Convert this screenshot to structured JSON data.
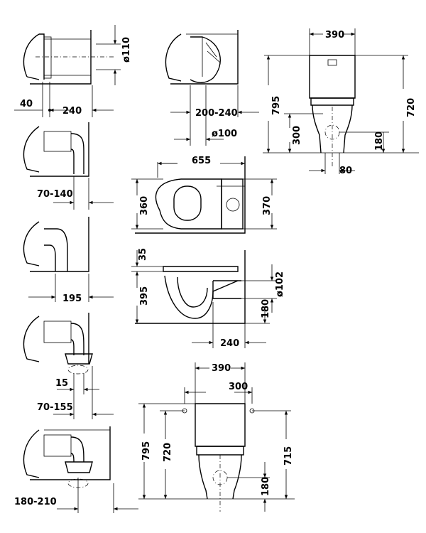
{
  "dimensions": {
    "pipe_diameter_110": "ø110",
    "offset_40": "40",
    "depth_240_a": "240",
    "range_200_240": "200-240",
    "pipe_diameter_100": "ø100",
    "range_70_140": "70-140",
    "depth_195": "195",
    "offset_15": "15",
    "range_70_155": "70-155",
    "range_180_210": "180-210",
    "length_655": "655",
    "width_360": "360",
    "width_370": "370",
    "offset_35": "35",
    "height_395": "395",
    "pipe_diameter_102": "ø102",
    "height_180_a": "180",
    "depth_240_b": "240",
    "tank_width_390_a": "390",
    "height_795_a": "795",
    "height_720_a": "720",
    "height_300": "300",
    "height_180_b": "180",
    "offset_80": "80",
    "tank_width_390_b": "390",
    "spacing_300": "300",
    "height_795_b": "795",
    "height_720_b": "720",
    "height_715": "715",
    "height_180_c": "180"
  }
}
